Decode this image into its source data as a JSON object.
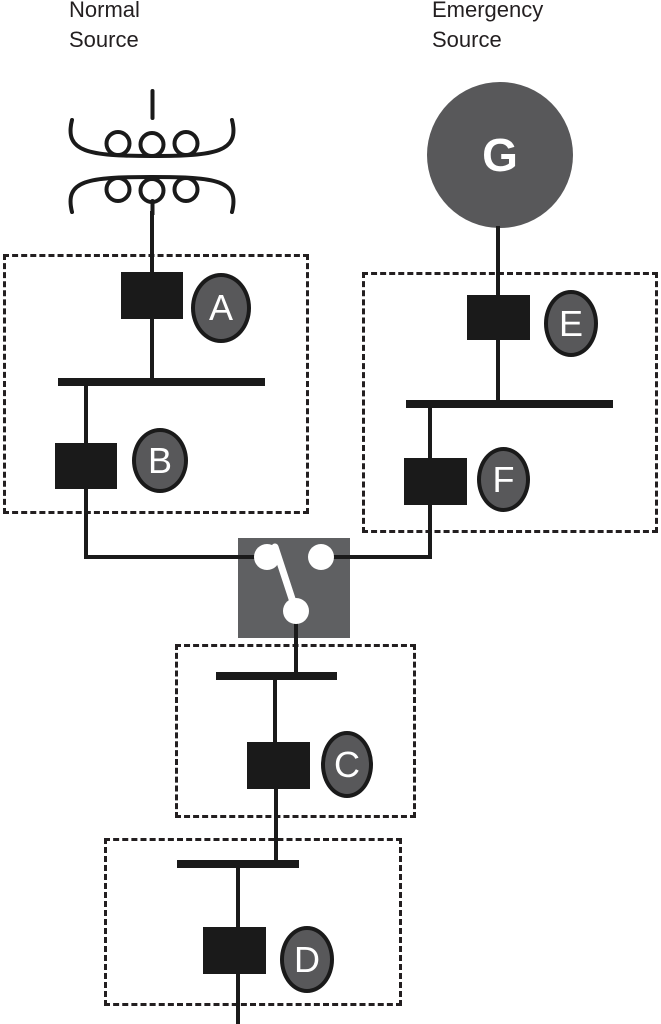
{
  "titles": {
    "normal_source": "Normal Source",
    "emergency_source": "Emergency Source"
  },
  "generator": {
    "label": "G"
  },
  "badges": {
    "a": "A",
    "b": "B",
    "c": "C",
    "d": "D",
    "e": "E",
    "f": "F"
  },
  "colors": {
    "line_black": "#1a1a1a",
    "component_gray": "#58585a",
    "switch_gray": "#5f6062",
    "text_dark": "#231f20",
    "badge_text": "#ffffff"
  }
}
